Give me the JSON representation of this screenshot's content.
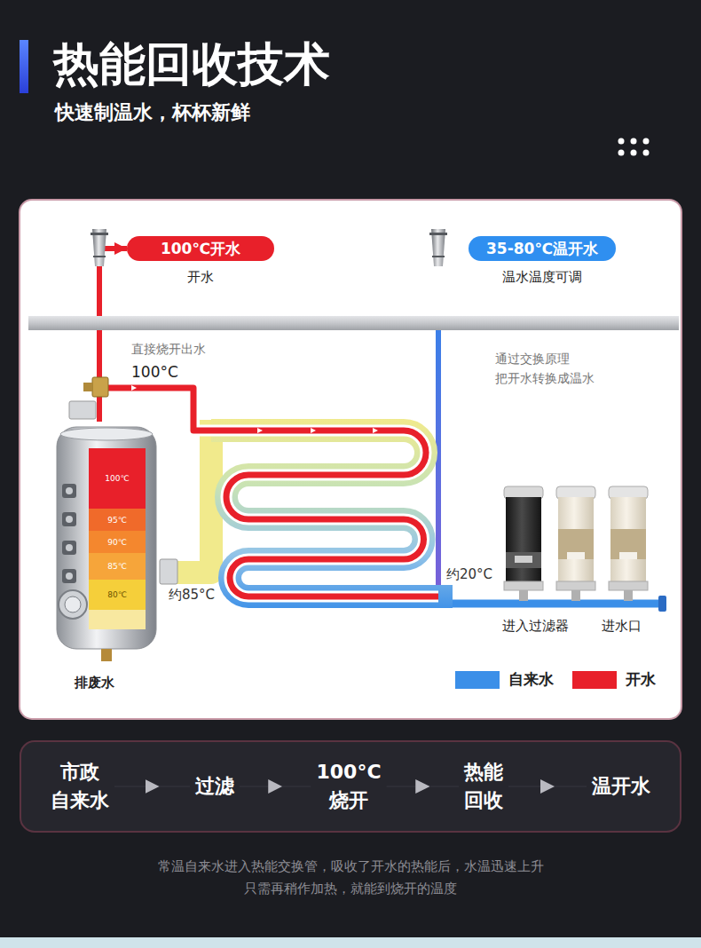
{
  "diagram": {
    "title": "热能回收技术",
    "caption": "常温自来水进入热能交换管，吸收了开水的热能后，水温迅速上升 只需再稍作加热，就能到烧开的温度",
    "nodes": [
      {
        "text": [
          "100℃开水",
          "开水"
        ]
      },
      {
        "text": [
          "35-80℃温开水",
          "温水温度可调"
        ]
      },
      {
        "text": [
          "100℃",
          "95℃",
          "90℃",
          "85℃",
          "80℃"
        ]
      },
      {
        "text": [
          "市政 自来水"
        ]
      },
      {
        "text": [
          "过滤"
        ]
      },
      {
        "text": [
          "100°C 烧开"
        ]
      },
      {
        "text": [
          "热能 回收"
        ]
      },
      {
        "text": [
          "温开水"
        ]
      }
    ],
    "edges": [
      {
        "from": 2,
        "to": 0,
        "arrow": "to"
      },
      {
        "from": 3,
        "to": 4,
        "arrow": "to"
      },
      {
        "from": 4,
        "to": 5,
        "arrow": "to"
      },
      {
        "from": 5,
        "to": 6,
        "arrow": "to"
      },
      {
        "from": 6,
        "to": 7,
        "arrow": "to"
      }
    ],
    "labels": [
      "快速制温水，杯杯新鲜",
      "直接烧开出水",
      "100°C",
      "通过交换原理 把开水转换成温水",
      "约85°C",
      "约20°C",
      "进入过滤器",
      "进水口",
      "排废水"
    ],
    "legend": [
      {
        "text": "自来水",
        "color": "#3b8fe8"
      },
      {
        "text": "开水",
        "color": "#e8202a"
      }
    ]
  }
}
